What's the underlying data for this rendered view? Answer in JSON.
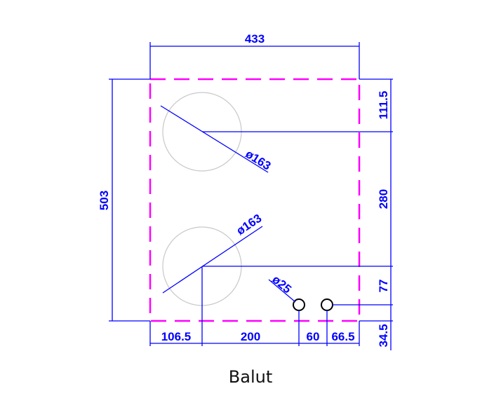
{
  "diagram": {
    "dimensions": {
      "overall_width": "433",
      "overall_height": "503",
      "top_offset": "111.5",
      "center_spacing": "280",
      "lower_offset": "77",
      "bottom_offset": "34.5",
      "left_offset": "106.5",
      "span_200": "200",
      "span_60": "60",
      "right_offset": "66.5"
    },
    "diameters": {
      "upper_hole": "ø163",
      "lower_hole": "ø163",
      "small_holes": "ø25"
    },
    "caption": "Balut"
  },
  "colors": {
    "dimension": "#0000ff",
    "outline": "#ff00ff",
    "construction": "#c8c8c8",
    "small_holes": "#000000"
  }
}
